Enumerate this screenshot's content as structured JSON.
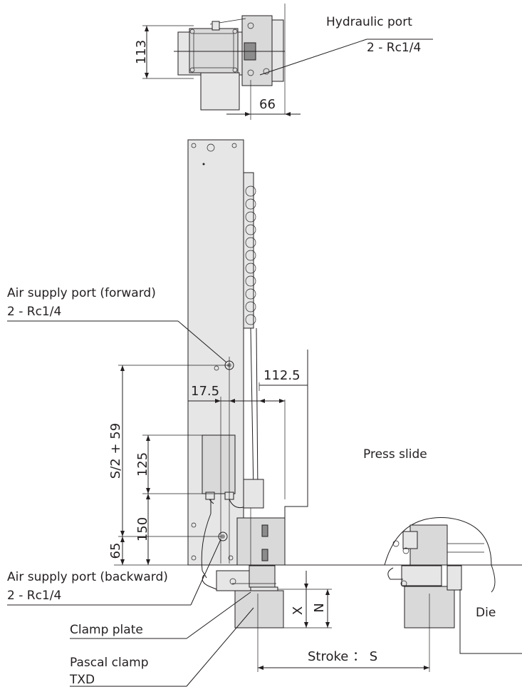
{
  "labels": {
    "hydraulic_port": "Hydraulic port",
    "hydraulic_port_spec": "2 - Rc1/4",
    "air_forward": "Air supply port (forward)",
    "air_forward_spec": "2 - Rc1/4",
    "air_backward": "Air supply port (backward)",
    "air_backward_spec": "2 - Rc1/4",
    "clamp_plate": "Clamp plate",
    "pascal_clamp": "Pascal clamp",
    "pascal_clamp_model": "TXD",
    "press_slide": "Press slide",
    "die": "Die",
    "stroke": "Stroke ： S"
  },
  "dimensions": {
    "d113": "113",
    "d66": "66",
    "d112_5": "112.5",
    "d17_5": "17.5",
    "dS": "S/2 + 59",
    "d125": "125",
    "d150": "150",
    "d65": "65",
    "dX": "X",
    "dN": "N"
  }
}
